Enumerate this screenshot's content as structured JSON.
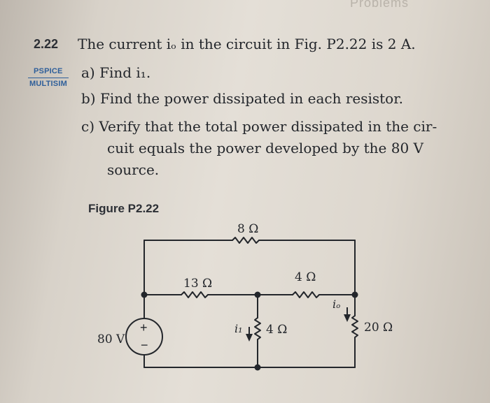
{
  "header_word": "Problems",
  "problem": {
    "number": "2.22",
    "statement": "The current iₒ in the circuit in Fig. P2.22 is 2 A.",
    "tags": [
      "PSPICE",
      "MULTISIM"
    ],
    "parts": {
      "a": "a) Find i₁.",
      "b": "b) Find the power dissipated in each resistor.",
      "c_line1": "c) Verify that the total power dissipated in the cir-",
      "c_line2": "cuit equals the power developed by the 80 V",
      "c_line3": "source."
    }
  },
  "figure": {
    "label": "Figure P2.22",
    "source": "80 V",
    "r_top": "8 Ω",
    "r_left": "13 Ω",
    "r_right": "4 Ω",
    "r_mid": "4 Ω",
    "r_far": "20 Ω",
    "i1": "i₁",
    "io": "iₒ",
    "plus": "+",
    "minus": "−"
  }
}
